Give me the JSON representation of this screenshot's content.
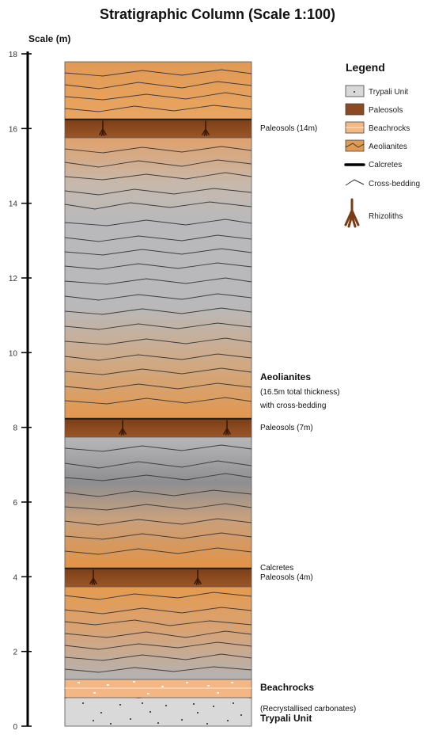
{
  "title": "Stratigraphic Column (Scale 1:100)",
  "scale_label": "Scale (m)",
  "ticks": [
    "0",
    "2",
    "4",
    "6",
    "8",
    "10",
    "12",
    "14",
    "16",
    "18"
  ],
  "colors": {
    "orange": "#e19a52",
    "orange_light": "#eeb278",
    "grey": "#b6b6b8",
    "grey_dark": "#8f8f92",
    "paleosol": "#8b4a20",
    "beachrock": "#f3b984",
    "trypali": "#d8d8d8",
    "line": "#3a3a3a"
  },
  "legend": {
    "title": "Legend",
    "items": [
      {
        "label": "Trypali Unit",
        "symbol": "trypali"
      },
      {
        "label": "Paleosols",
        "symbol": "paleosol"
      },
      {
        "label": "Beachrocks",
        "symbol": "beachrock"
      },
      {
        "label": "Aeolianites",
        "symbol": "aeolianite"
      },
      {
        "label": "Calcretes",
        "symbol": "calcrete"
      },
      {
        "label": "Cross-bedding",
        "symbol": "crossbedding"
      },
      {
        "label": "Rhizoliths",
        "symbol": "rhizolith-icon"
      }
    ]
  },
  "labels": {
    "paleosol_14": "Paleosols (14m)",
    "aeolianites": "Aeolianites",
    "aeolianites_thickness": "(16.5m total thickness)",
    "aeolianites_cross": "with cross-bedding",
    "paleosol_7": "Paleosols (7m)",
    "calcretes": "Calcretes",
    "paleosol_4": "Paleosols (4m)",
    "beachrocks": "Beachrocks",
    "trypali_note": "(Recrystallised carbonates)",
    "trypali": "Trypali Unit"
  },
  "column": {
    "units": [
      {
        "name": "Trypali Unit",
        "from_m": 0,
        "to_m": 0.8
      },
      {
        "name": "Beachrocks",
        "from_m": 0.8,
        "to_m": 1.3
      },
      {
        "name": "Aeolianites",
        "from_m": 1.3,
        "to_m": 3.8
      },
      {
        "name": "Paleosols (4m)",
        "from_m": 3.8,
        "to_m": 4.3
      },
      {
        "name": "Aeolianites",
        "from_m": 4.3,
        "to_m": 7.7
      },
      {
        "name": "Paleosols (7m)",
        "from_m": 7.7,
        "to_m": 8.2
      },
      {
        "name": "Aeolianites",
        "from_m": 8.2,
        "to_m": 15.8
      },
      {
        "name": "Paleosols (14m)",
        "from_m": 15.8,
        "to_m": 16.3
      },
      {
        "name": "Aeolianites",
        "from_m": 16.3,
        "to_m": 17.8
      }
    ]
  }
}
